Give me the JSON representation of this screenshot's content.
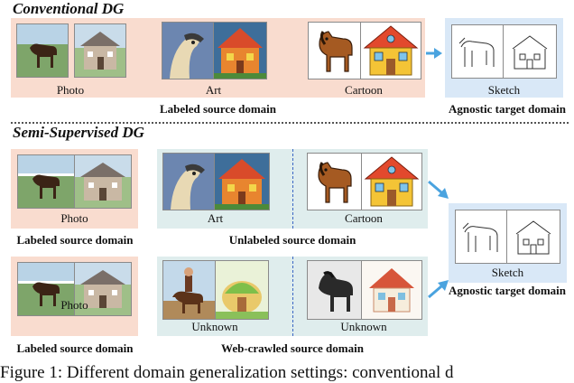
{
  "conventional": {
    "title": "Conventional DG",
    "photo_label": "Photo",
    "art_label": "Art",
    "cartoon_label": "Cartoon",
    "sketch_label": "Sketch",
    "source_caption": "Labeled source domain",
    "target_caption": "Agnostic target domain"
  },
  "semi": {
    "title": "Semi-Supervised DG",
    "row1": {
      "photo_label": "Photo",
      "art_label": "Art",
      "cartoon_label": "Cartoon",
      "labeled_caption": "Labeled source domain",
      "unlabeled_caption": "Unlabeled source domain"
    },
    "row2": {
      "photo_label": "Photo",
      "unknown1_label": "Unknown",
      "unknown2_label": "Unknown",
      "labeled_caption": "Labeled source domain",
      "web_caption": "Web-crawled source domain"
    },
    "sketch_label": "Sketch",
    "target_caption": "Agnostic target domain"
  },
  "figure_caption": "Figure 1: Different domain generalization settings: conventional d",
  "colors": {
    "labeled": "#f9dccf",
    "target": "#d9e8f7",
    "unlabeled": "#dfeded",
    "arrow": "#4aa3df",
    "divider": "#3a66c4"
  }
}
